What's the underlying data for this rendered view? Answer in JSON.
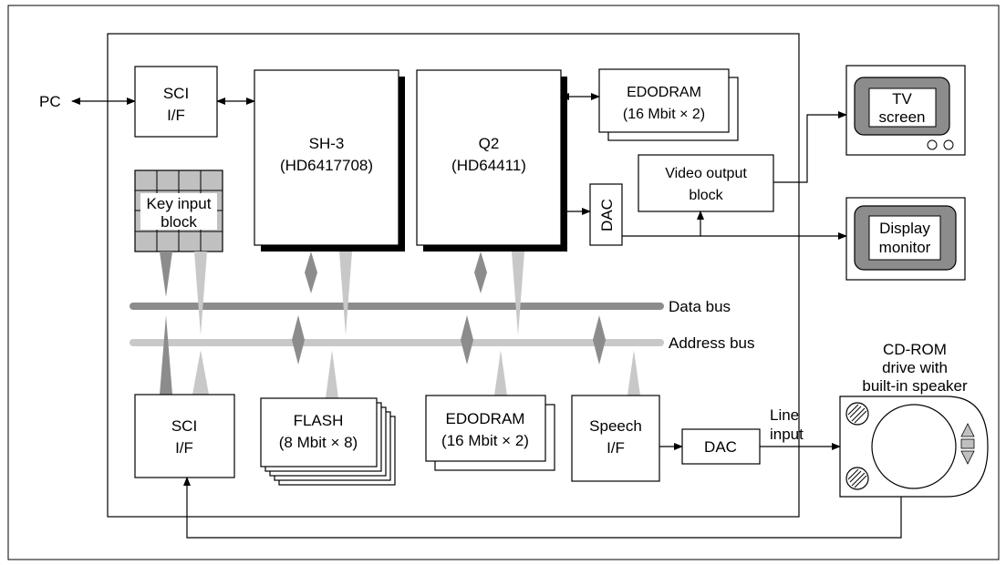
{
  "external": {
    "pc": "PC",
    "tv_screen": [
      "TV",
      "screen"
    ],
    "display_monitor": [
      "Display",
      "monitor"
    ],
    "cdrom": [
      "CD-ROM",
      "drive with",
      "built-in speaker"
    ],
    "line_input": [
      "Line",
      "input"
    ]
  },
  "board": {
    "sci_top": [
      "SCI",
      "I/F"
    ],
    "sh3": [
      "SH-3",
      "(HD6417708)"
    ],
    "q2": [
      "Q2",
      "(HD64411)"
    ],
    "edodram_top": [
      "EDODRAM",
      "(16 Mbit × 2)"
    ],
    "dac_video": "DAC",
    "video_output": [
      "Video output",
      "block"
    ],
    "key_input": [
      "Key input",
      "block"
    ],
    "sci_bottom": [
      "SCI",
      "I/F"
    ],
    "flash": [
      "FLASH",
      "(8 Mbit × 8)"
    ],
    "edodram_bottom": [
      "EDODRAM",
      "(16 Mbit × 2)"
    ],
    "speech": [
      "Speech",
      "I/F"
    ],
    "dac_audio": "DAC"
  },
  "buses": {
    "data": "Data bus",
    "address": "Address bus"
  },
  "colors": {
    "data_bus": "#8c8c8c",
    "address_bus": "#c8c8c8",
    "screen_fill": "#8c8c8c",
    "key_fill": "#c0c0c0"
  }
}
